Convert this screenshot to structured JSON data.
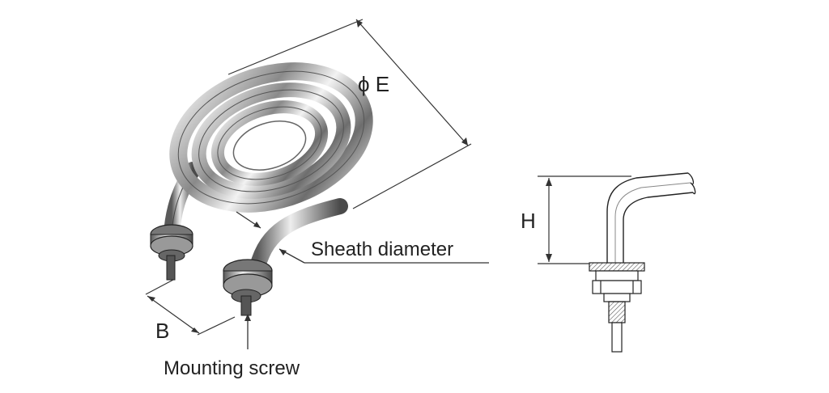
{
  "labels": {
    "diameter_e": "ϕ E",
    "height_h": "H",
    "sheath_diameter": "Sheath diameter",
    "distance_b": "B",
    "mounting_screw": "Mounting screw"
  }
}
